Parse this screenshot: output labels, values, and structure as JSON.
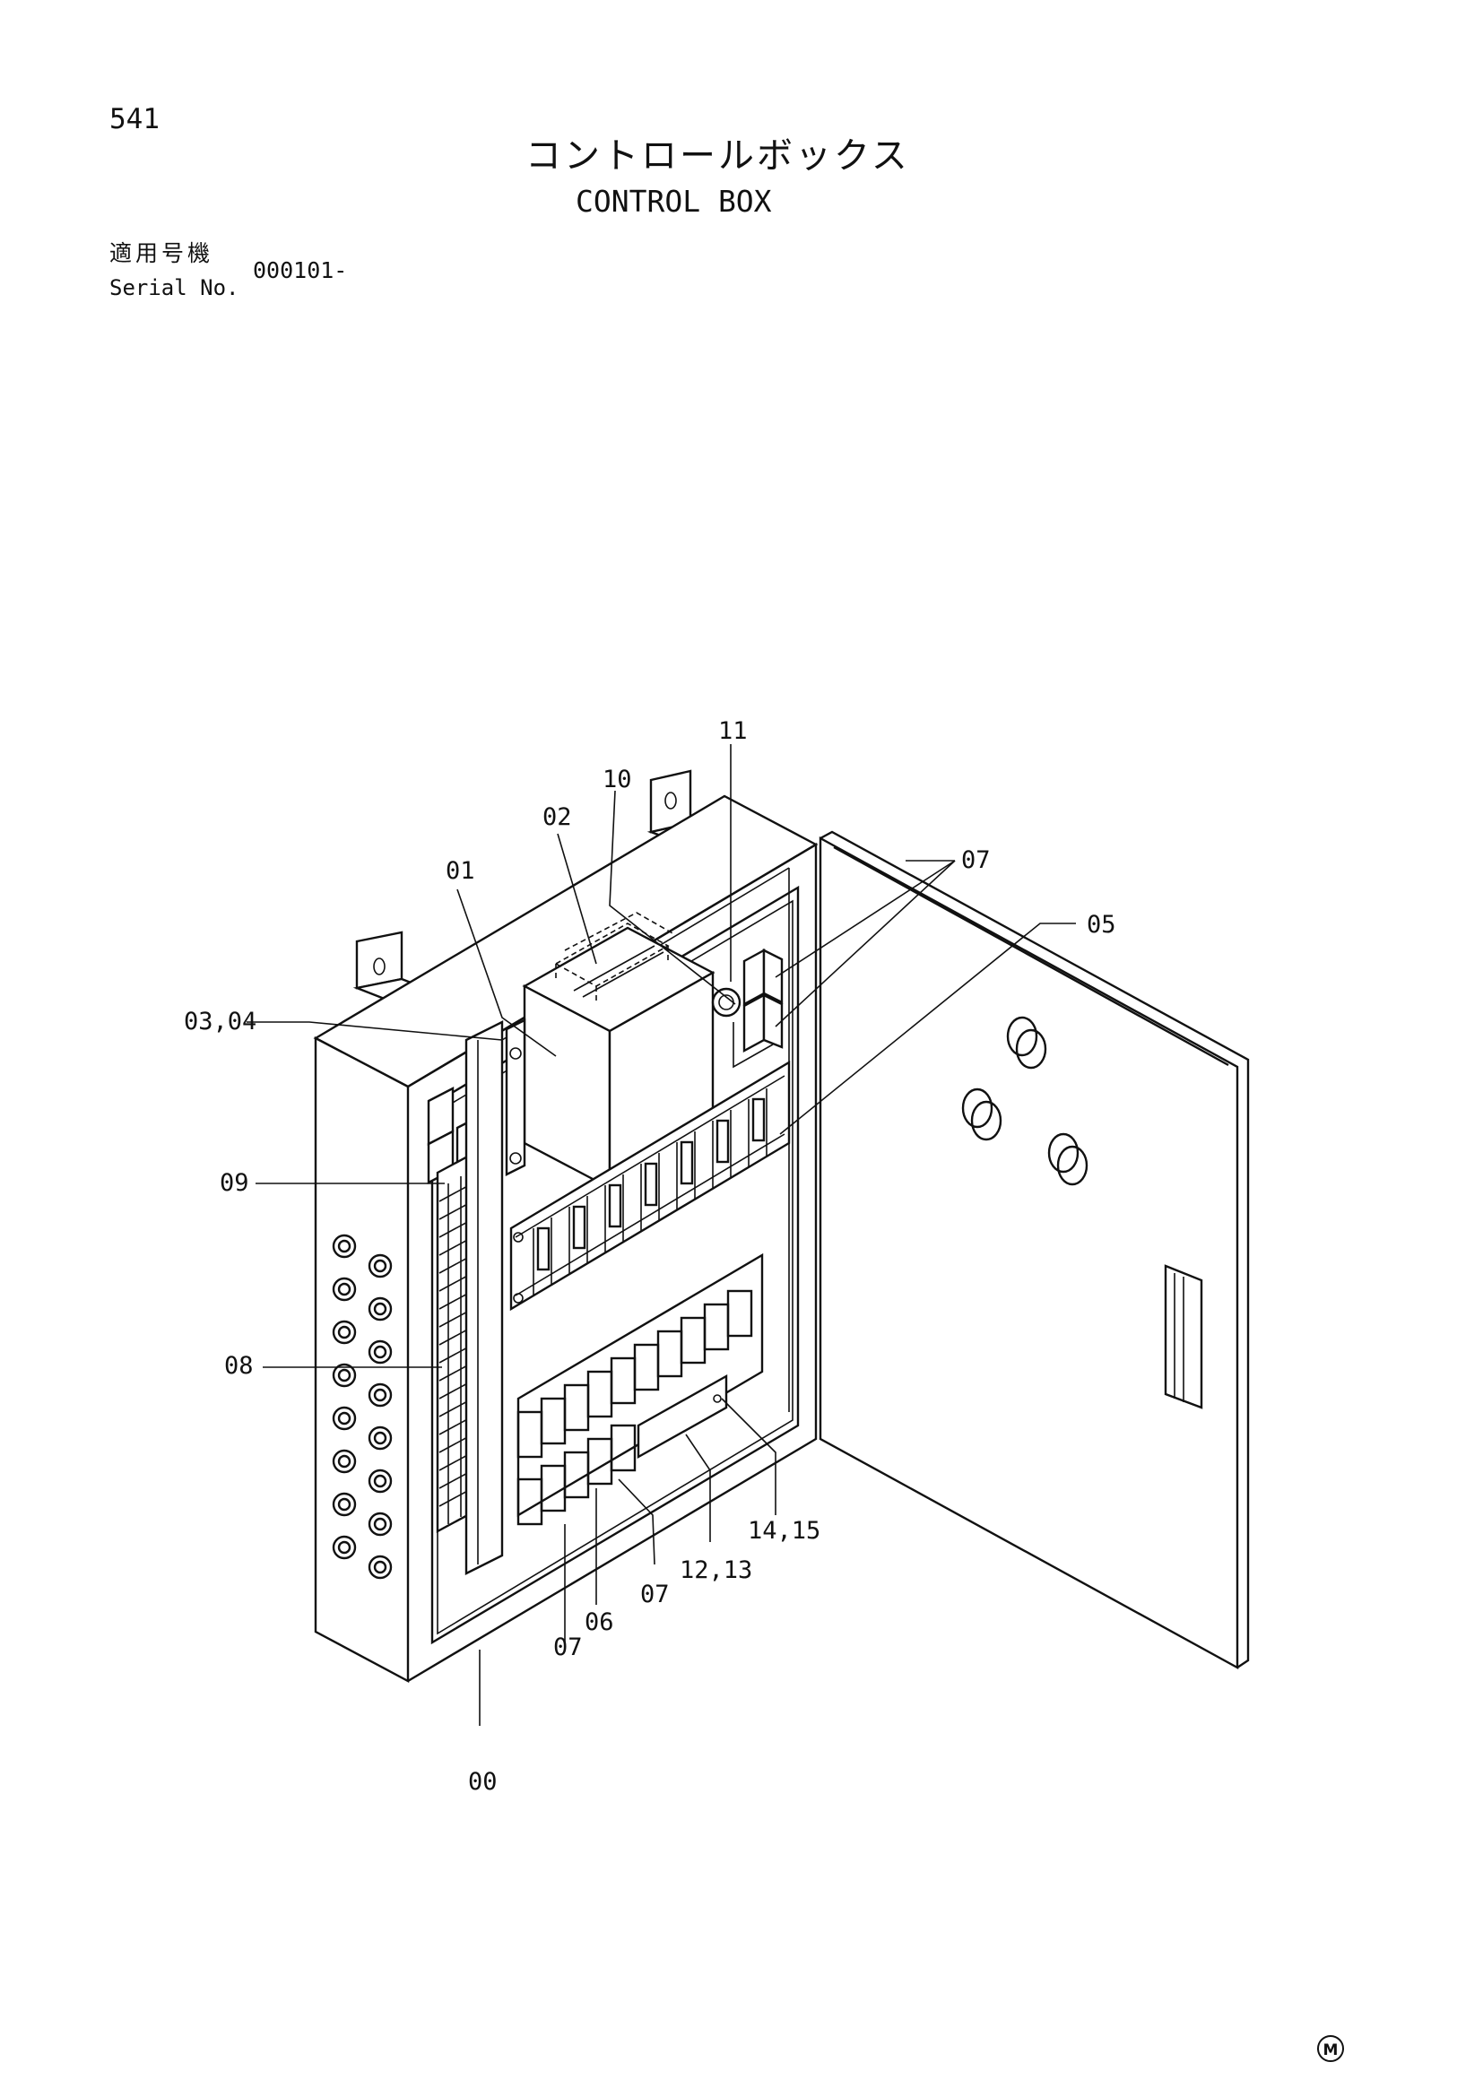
{
  "page_number": "541",
  "title_ja": "コントロールボックス",
  "title_en": "CONTROL BOX",
  "serial": {
    "label_ja": "適用号機",
    "label_en": "Serial No.",
    "value": "000101-"
  },
  "callouts": {
    "c00": "00",
    "c01": "01",
    "c02": "02",
    "c0304": "03,04",
    "c05": "05",
    "c06": "06",
    "c07a": "07",
    "c07b": "07",
    "c07c": "07",
    "c08": "08",
    "c09": "09",
    "c10": "10",
    "c11": "11",
    "c1213": "12,13",
    "c1415": "14,15"
  },
  "corner_mark": "M"
}
